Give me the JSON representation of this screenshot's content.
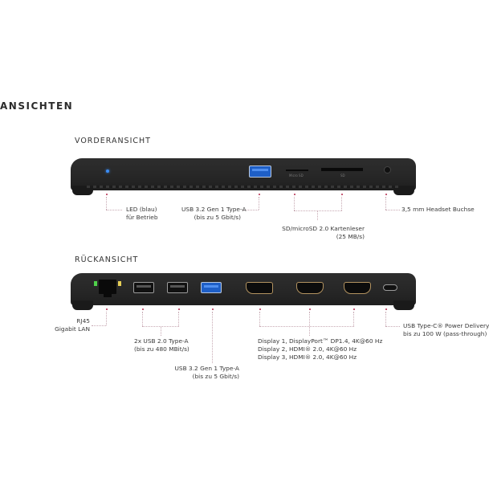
{
  "section_title": "ANSICHTEN",
  "front": {
    "title": "VORDERANSICHT",
    "port_labels": {
      "microsd": "Micro SD",
      "sd": "SD"
    },
    "callouts": {
      "led": [
        "LED (blau)",
        "für Betrieb"
      ],
      "usb3": [
        "USB 3.2 Gen 1 Type-A",
        "(bis zu 5 Gbit/s)"
      ],
      "cardreader": [
        "SD/microSD 2.0 Kartenleser",
        "(25 MB/s)"
      ],
      "headset": [
        "3,5 mm Headset Buchse"
      ]
    }
  },
  "back": {
    "title": "RÜCKANSICHT",
    "callouts": {
      "rj45": [
        "RJ45",
        "Gigabit LAN"
      ],
      "usb2": [
        "2x USB 2.0 Type-A",
        "(bis zu 480 MBit/s)"
      ],
      "usb3": [
        "USB 3.2 Gen 1 Type-A",
        "(bis zu 5 Gbit/s)"
      ],
      "displays": [
        "Display 1, DisplayPort™ DP1.4, 4K@60 Hz",
        "Display 2, HDMI® 2.0, 4K@60 Hz",
        "Display 3, HDMI® 2.0, 4K@60 Hz"
      ],
      "usbc": [
        "USB Type-C® Power Delivery",
        "bis zu 100 W (pass-through)"
      ]
    }
  },
  "colors": {
    "device_body": "#262626",
    "callout_dot": "#b4274b",
    "usb3_blue": "#1e5fc7",
    "hdmi_gold": "#b39360",
    "led_blue": "#3c8df5",
    "led_green": "#4fd24a",
    "led_yellow": "#e6cf56"
  }
}
